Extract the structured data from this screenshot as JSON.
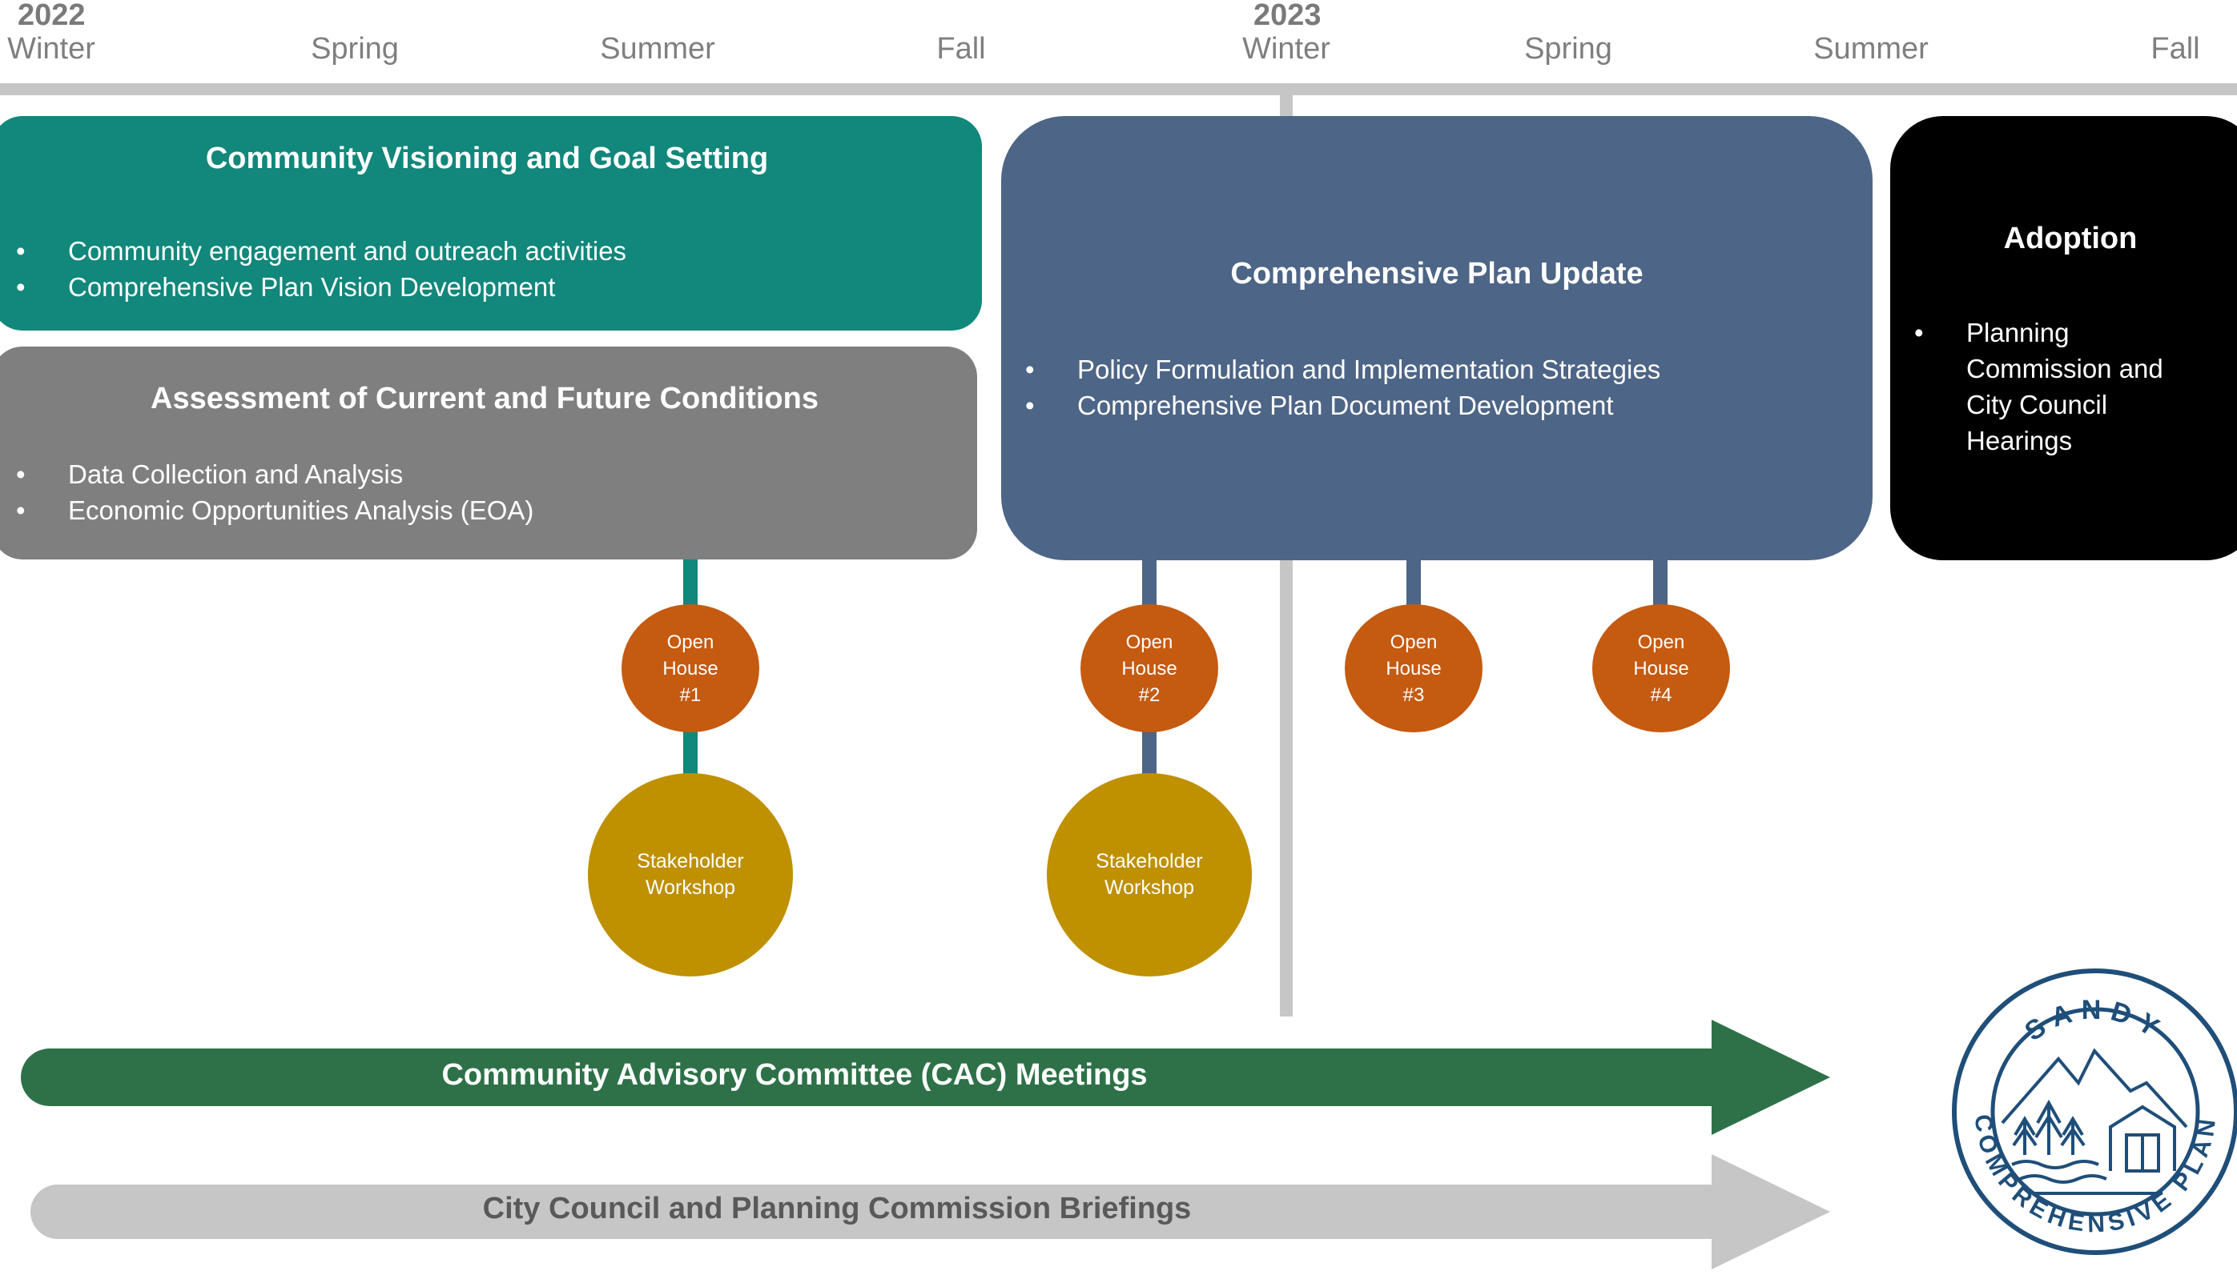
{
  "timeline": {
    "years": [
      "2022",
      "2023"
    ],
    "seasons": [
      "Winter",
      "Spring",
      "Summer",
      "Fall",
      "Winter",
      "Spring",
      "Summer",
      "Fall"
    ]
  },
  "phases": {
    "visioning": {
      "title": "Community Visioning and Goal Setting",
      "bullets": [
        "Community engagement and outreach activities",
        "Comprehensive Plan Vision Development"
      ]
    },
    "assessment": {
      "title": "Assessment of Current and Future Conditions",
      "bullets": [
        "Data Collection and Analysis",
        "Economic Opportunities Analysis (EOA)"
      ]
    },
    "update": {
      "title": "Comprehensive Plan Update",
      "bullets": [
        "Policy Formulation and Implementation Strategies",
        "Comprehensive Plan Document Development"
      ]
    },
    "adoption": {
      "title": "Adoption",
      "bullets": [
        "Planning Commission and City Council Hearings"
      ]
    }
  },
  "events": {
    "open_houses": [
      "Open\nHouse\n#1",
      "Open\nHouse\n#2",
      "Open\nHouse\n#3",
      "Open\nHouse\n#4"
    ],
    "workshops": [
      "Stakeholder\nWorkshop",
      "Stakeholder\nWorkshop"
    ]
  },
  "arrows": {
    "cac": "Community Advisory Committee (CAC) Meetings",
    "briefings": "City Council and Planning Commission Briefings"
  },
  "logo": {
    "top_text": "SANDY",
    "bottom_text": "COMPREHENSIVE PLAN"
  },
  "colors": {
    "visioning": "#12877b",
    "assessment": "#7f7f7f",
    "update": "#4d6586",
    "adoption": "#000000",
    "open_house": "#c55a11",
    "workshop": "#bf9000",
    "cac_arrow": "#2e7148",
    "briefings_arrow": "#c6c6c6",
    "logo": "#1f4e79"
  }
}
